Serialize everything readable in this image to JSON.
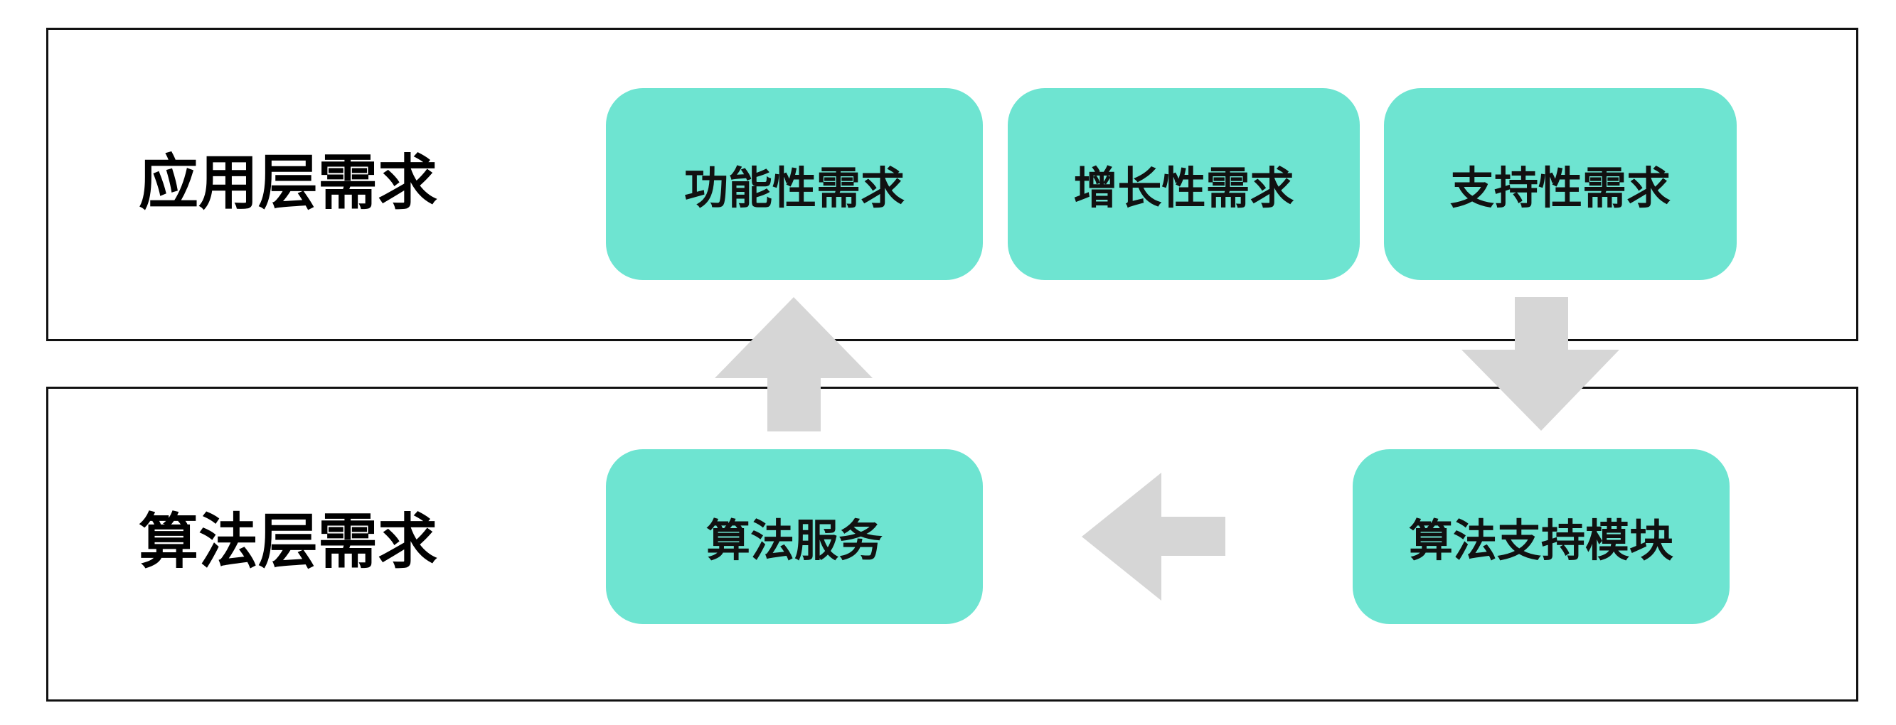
{
  "layers": {
    "application": {
      "label": "应用层需求",
      "boxes": [
        "功能性需求",
        "增长性需求",
        "支持性需求"
      ]
    },
    "algorithm": {
      "label": "算法层需求",
      "boxes": [
        "算法服务",
        "算法支持模块"
      ]
    }
  },
  "colors": {
    "box_fill": "#6ee4d1",
    "arrow_fill": "#d6d6d6",
    "border": "#111111"
  }
}
